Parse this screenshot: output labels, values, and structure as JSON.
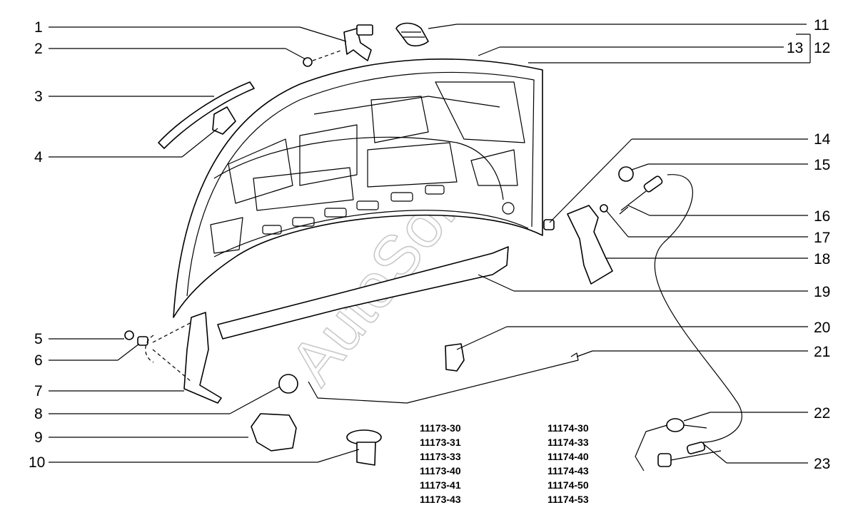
{
  "watermark": "AutoSoft",
  "callouts_left": [
    "1",
    "2",
    "3",
    "4",
    "5",
    "6",
    "7",
    "8",
    "9",
    "10"
  ],
  "callouts_right": [
    "11",
    "13",
    "12",
    "14",
    "15",
    "16",
    "17",
    "18",
    "19",
    "20",
    "21",
    "22",
    "23"
  ],
  "model_codes": {
    "col1": [
      "11173-30",
      "11173-31",
      "11173-33",
      "11173-40",
      "11173-41",
      "11173-43"
    ],
    "col2": [
      "11174-30",
      "11174-33",
      "11174-40",
      "11174-43",
      "11174-50",
      "11174-53"
    ]
  },
  "colors": {
    "line": "#000000",
    "watermark": "#c8c8c8",
    "background": "#ffffff"
  }
}
